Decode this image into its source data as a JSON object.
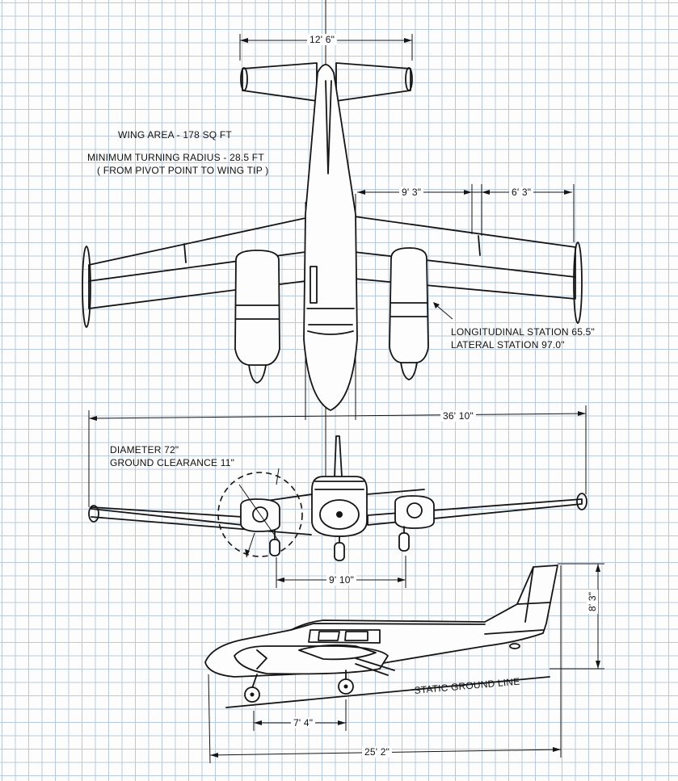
{
  "notes": {
    "wing_area": "WING AREA - 178 SQ FT",
    "turning_radius": "MINIMUM TURNING RADIUS - 28.5 FT",
    "turning_radius_note": "( FROM PIVOT POINT TO WING TIP )",
    "longitudinal_station": "LONGITUDINAL STATION 65.5\"",
    "lateral_station": "LATERAL STATION 97.0\"",
    "prop_diameter": "DIAMETER 72\"",
    "ground_clearance": "GROUND CLEARANCE 11\"",
    "static_ground_line": "STATIC GROUND LINE"
  },
  "dimensions": {
    "tail_span": "12' 6\"",
    "wing_inboard": "9' 3\"",
    "wing_outboard": "6' 3\"",
    "wingspan": "36' 10\"",
    "main_gear_track": "9' 10\"",
    "height": "8' 3\"",
    "wheelbase": "7' 4\"",
    "length": "25' 2\""
  }
}
